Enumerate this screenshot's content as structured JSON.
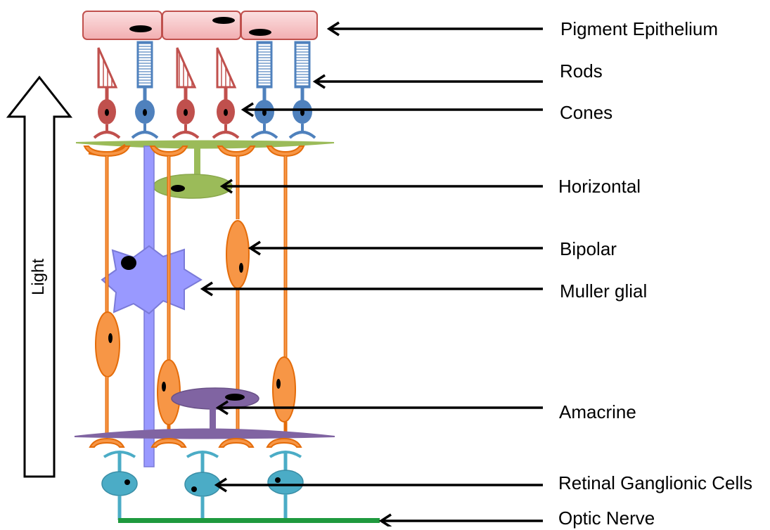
{
  "labels": {
    "pigment_epithelium": "Pigment Epithelium",
    "rods": "Rods",
    "cones": "Cones",
    "horizontal": "Horizontal",
    "bipolar": "Bipolar",
    "muller_glial": "Muller glial",
    "amacrine": "Amacrine",
    "retinal_ganglionic_cells": "Retinal Ganglionic Cells",
    "optic_nerve": "Optic Nerve"
  },
  "light_arrow": {
    "label": "Light"
  },
  "colors": {
    "pigment_fill": "#f6c6c8",
    "pigment_stroke": "#c0504d",
    "cone": "#c0504d",
    "rod": "#4f81bd",
    "horizontal": "#9bbb59",
    "bipolar_fill": "#f79646",
    "bipolar_stroke": "#e46c0a",
    "muller": "#9999ff",
    "amacrine": "#8064a2",
    "ganglion": "#4bacc6",
    "optic_nerve": "#1f9a3e",
    "nucleus": "#000000",
    "arrow": "#000000"
  }
}
